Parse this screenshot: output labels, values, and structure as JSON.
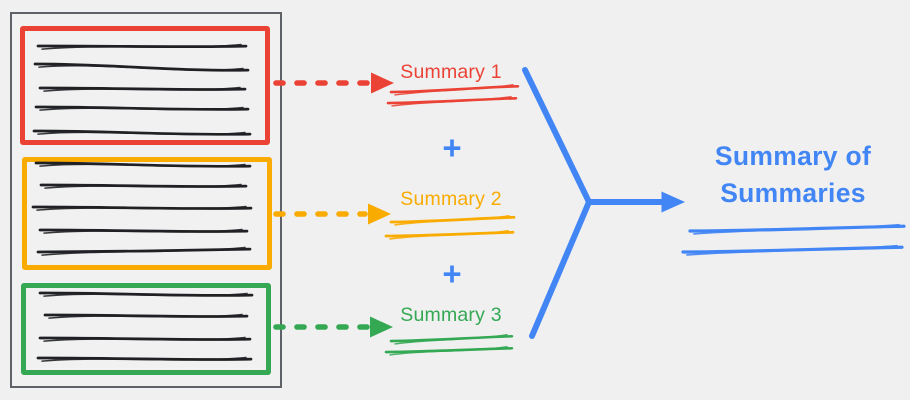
{
  "colors": {
    "bg": "#f0f0f1",
    "red": "#ea4335",
    "orange": "#f9ab00",
    "green": "#34a853",
    "blue": "#4285f4",
    "ink": "#202124",
    "doc": "#5f6368"
  },
  "document": {
    "chunks": [
      {
        "id": "chunk-1",
        "color": "red",
        "text_line_count": 5
      },
      {
        "id": "chunk-2",
        "color": "orange",
        "text_line_count": 5
      },
      {
        "id": "chunk-3",
        "color": "green",
        "text_line_count": 4
      }
    ]
  },
  "summaries": [
    {
      "label": "Summary 1",
      "color": "red"
    },
    {
      "label": "Summary 2",
      "color": "orange"
    },
    {
      "label": "Summary 3",
      "color": "green"
    }
  ],
  "operators": {
    "plus": "+"
  },
  "final_summary": {
    "label": "Summary of Summaries",
    "color": "blue"
  }
}
